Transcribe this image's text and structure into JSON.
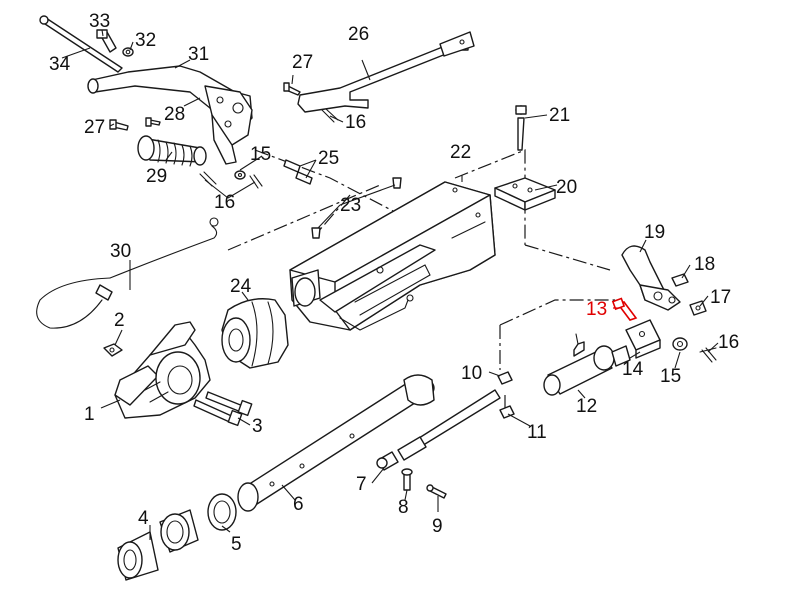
{
  "highlight_color": "#e00000",
  "line_color": "#1a1a1a",
  "callouts": {
    "c1": "1",
    "c2": "2",
    "c3": "3",
    "c4": "4",
    "c5": "5",
    "c6": "6",
    "c7": "7",
    "c8": "8",
    "c9": "9",
    "c10": "10",
    "c11": "11",
    "c12": "12",
    "c13": "13",
    "c14": "14",
    "c15a": "15",
    "c15b": "15",
    "c16a": "16",
    "c16b": "16",
    "c16c": "16",
    "c17": "17",
    "c18": "18",
    "c19": "19",
    "c20": "20",
    "c21": "21",
    "c22": "22",
    "c23": "23",
    "c24": "24",
    "c25": "25",
    "c26": "26",
    "c27a": "27",
    "c27b": "27",
    "c28": "28",
    "c29": "29",
    "c30": "30",
    "c31": "31",
    "c32": "32",
    "c33": "33",
    "c34": "34"
  },
  "highlighted_part": "13"
}
